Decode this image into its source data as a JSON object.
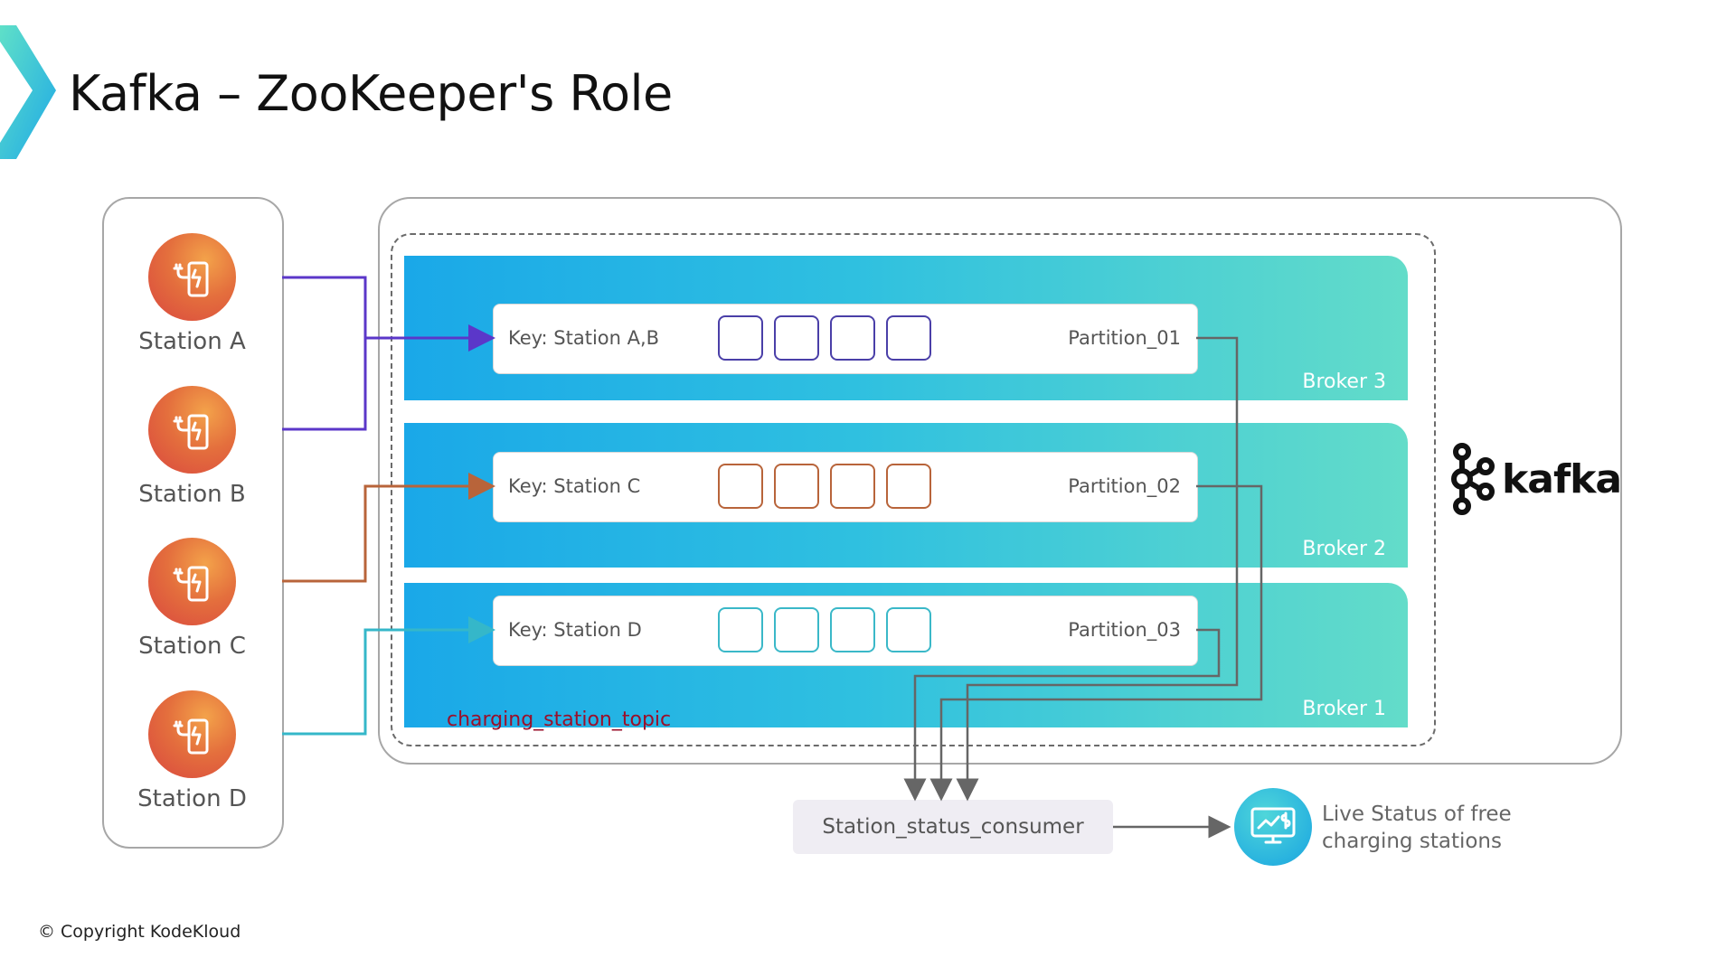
{
  "title": "Kafka – ZooKeeper's Role",
  "copyright": "© Copyright KodeKloud",
  "stations": [
    {
      "label": "Station A",
      "icon": "ev-charger-icon"
    },
    {
      "label": "Station B",
      "icon": "ev-charger-icon"
    },
    {
      "label": "Station C",
      "icon": "ev-charger-icon"
    },
    {
      "label": "Station D",
      "icon": "ev-charger-icon"
    }
  ],
  "brokers": [
    {
      "label": "Broker 3"
    },
    {
      "label": "Broker 2"
    },
    {
      "label": "Broker 1"
    }
  ],
  "partitions": [
    {
      "key": "Key: Station A,B",
      "name": "Partition_01",
      "cell_color": "#4a3fa8"
    },
    {
      "key": "Key: Station C",
      "name": "Partition_02",
      "cell_color": "#b8643a"
    },
    {
      "key": "Key: Station D",
      "name": "Partition_03",
      "cell_color": "#3ab8c8"
    }
  ],
  "topic": "charging_station_topic",
  "kafka_logo": "kafka",
  "consumer": "Station_status_consumer",
  "live_status": {
    "line1": "Live Status of free",
    "line2": "charging stations",
    "icon": "monitor-dollar-icon"
  },
  "colors": {
    "station_a_b_wire": "#5b37c9",
    "station_c_wire": "#b8643a",
    "station_d_wire": "#35b7c9",
    "accent": "#2fc0e0"
  }
}
